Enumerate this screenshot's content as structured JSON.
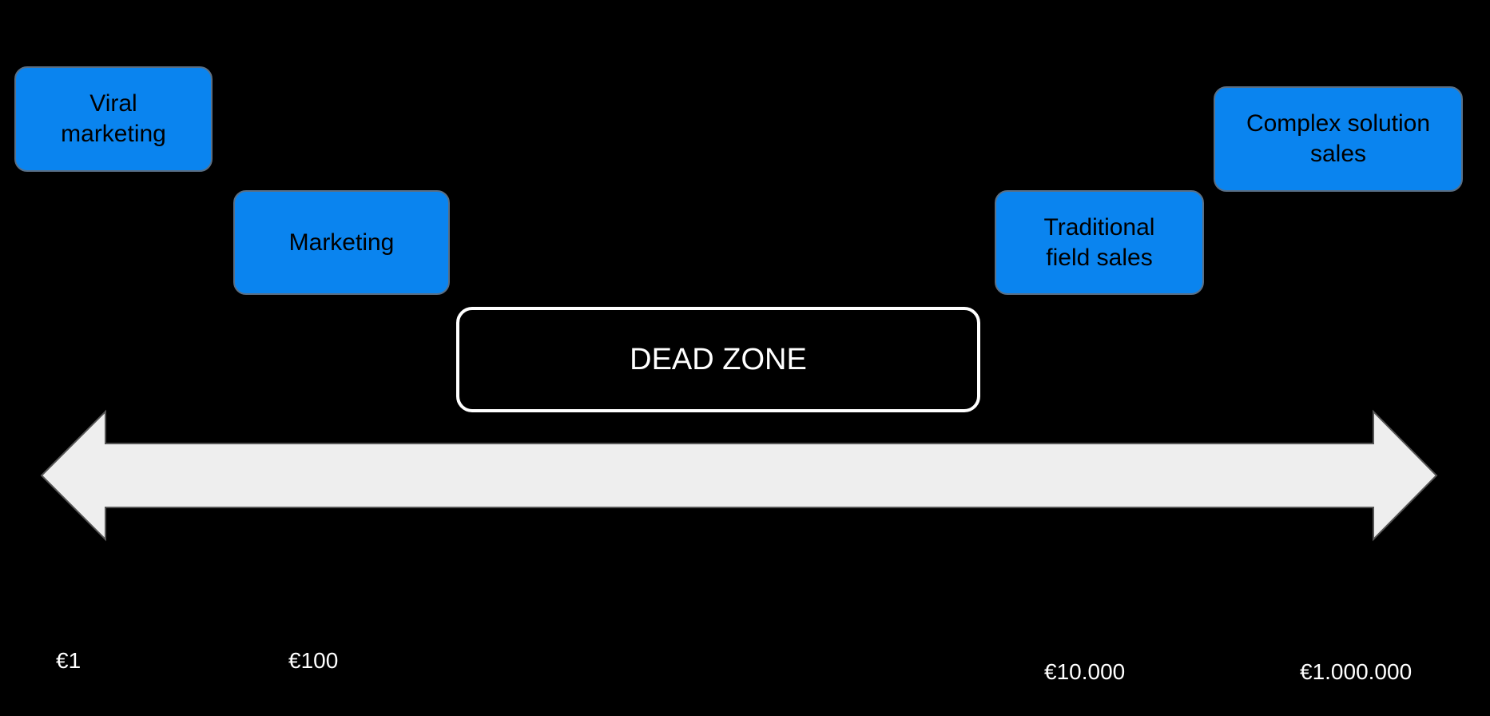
{
  "boxes": {
    "viral": "Viral\nmarketing",
    "marketing": "Marketing",
    "traditional": "Traditional\nfield sales",
    "complex": "Complex solution\nsales"
  },
  "dead_zone": "DEAD ZONE",
  "axis": {
    "ticks": [
      "€1",
      "€100",
      "€10.000",
      "€1.000.000"
    ]
  },
  "colors": {
    "box_fill": "#0a84ef",
    "arrow_fill": "#eeeeee",
    "background": "#000000"
  }
}
